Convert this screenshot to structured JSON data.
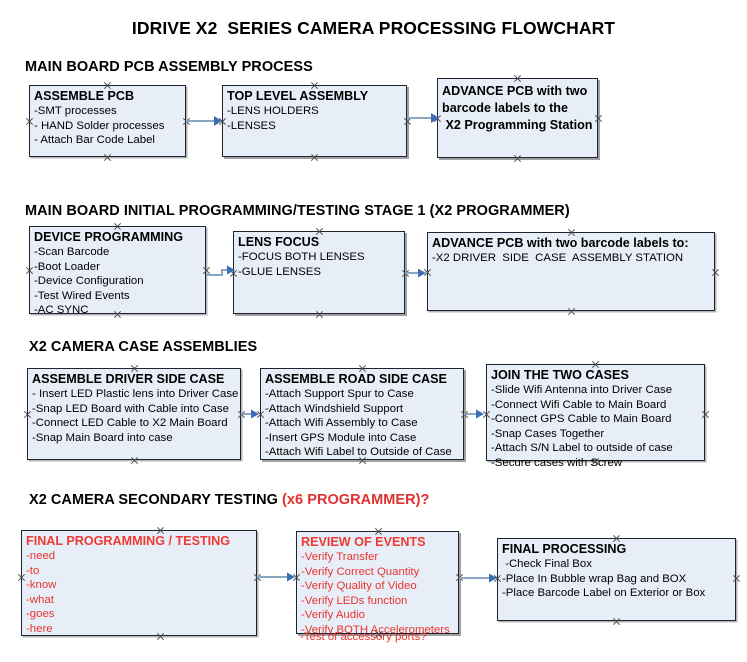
{
  "document": {
    "title": "IDRIVE X2  SERIES CAMERA PROCESSING FLOWCHART"
  },
  "colors": {
    "box_fill": "#e8eef7",
    "box_border": "#1b2430",
    "accent_red": "#e8352e",
    "connector_line": "#8aa6c0",
    "connector_arrow": "#3b6fb5",
    "text": "#000000"
  },
  "sections": [
    {
      "id": "main-board-pcb-assembly",
      "title": "MAIN BOARD PCB ASSEMBLY PROCESS",
      "boxes": [
        {
          "id": "assemble-pcb",
          "heading": "ASSEMBLE PCB",
          "lines": [
            "-SMT processes",
            "- HAND Solder processes",
            "- Attach Bar Code Label"
          ]
        },
        {
          "id": "top-level-assembly",
          "heading": "TOP LEVEL ASSEMBLY",
          "lines": [
            "-LENS HOLDERS",
            "-LENSES"
          ]
        },
        {
          "id": "advance-pcb-programming-station",
          "heading": "ADVANCE PCB with two\nbarcode labels to the\n X2 Programming Station",
          "lines": []
        }
      ]
    },
    {
      "id": "main-board-initial-programming",
      "title": "MAIN BOARD INITIAL PROGRAMMING/TESTING STAGE 1 (X2 PROGRAMMER)",
      "boxes": [
        {
          "id": "device-programming",
          "heading": "DEVICE PROGRAMMING",
          "lines": [
            "-Scan Barcode",
            "-Boot Loader",
            "-Device Configuration",
            "-Test Wired Events",
            "-AC SYNC"
          ]
        },
        {
          "id": "lens-focus",
          "heading": "LENS FOCUS",
          "lines": [
            "-FOCUS BOTH LENSES",
            "-GLUE LENSES"
          ]
        },
        {
          "id": "advance-pcb-driver-side-case",
          "heading": "ADVANCE PCB with two barcode labels to:",
          "lines": [
            "-X2 DRIVER  SIDE  CASE  ASSEMBLY STATION"
          ]
        }
      ]
    },
    {
      "id": "x2-camera-case-assemblies",
      "title": "X2 CAMERA CASE ASSEMBLIES",
      "boxes": [
        {
          "id": "assemble-driver-side-case",
          "heading": "ASSEMBLE DRIVER SIDE CASE",
          "lines": [
            "- Insert LED Plastic lens into Driver Case",
            "-Snap LED Board with Cable into Case",
            "-Connect LED Cable to X2 Main Board",
            "-Snap Main Board into case"
          ]
        },
        {
          "id": "assemble-road-side-case",
          "heading": "ASSEMBLE ROAD SIDE CASE",
          "lines": [
            "-Attach Support Spur to Case",
            "-Attach Windshield Support",
            "-Attach Wifi Assembly to Case",
            "-Insert GPS Module into Case",
            "-Attach Wifi Label to Outside of Case"
          ]
        },
        {
          "id": "join-the-two-cases",
          "heading": "JOIN THE TWO CASES",
          "lines": [
            "-Slide Wifi Antenna into Driver Case",
            "-Connect Wifi Cable to Main Board",
            "-Connect GPS Cable to Main Board",
            "-Snap Cases Together",
            "-Attach S/N Label to outside of case",
            "-Secure cases with Screw"
          ]
        }
      ]
    },
    {
      "id": "x2-camera-secondary-testing",
      "title": "X2 CAMERA SECONDARY TESTING ",
      "title_accent": "(x6 PROGRAMMER)?",
      "boxes": [
        {
          "id": "final-programming-testing",
          "heading": "FINAL PROGRAMMING / TESTING",
          "lines": [
            "-need",
            "-to",
            "-know",
            "-what",
            "-goes",
            "-here"
          ]
        },
        {
          "id": "review-of-events",
          "heading": "REVIEW OF EVENTS",
          "lines": [
            "-Verify Transfer",
            "-Verify Correct Quantity",
            "-Verify Quality of Video",
            "-Verify LEDs function",
            "-Verify Audio",
            "-Verify BOTH Accelerometers"
          ],
          "overflow_line": "-Test of accessory ports?"
        },
        {
          "id": "final-processing",
          "heading": "FINAL PROCESSING",
          "lines": [
            " -Check Final Box",
            "-Place In Bubble wrap Bag and BOX",
            "-Place Barcode Label on Exterior or Box"
          ]
        }
      ]
    }
  ]
}
